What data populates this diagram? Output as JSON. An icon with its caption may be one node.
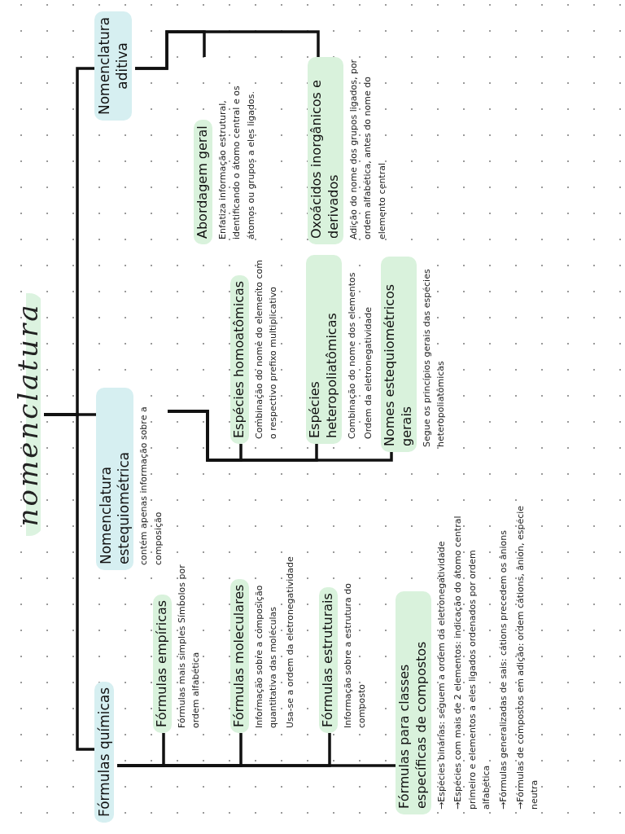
{
  "diagram": {
    "nodes": [
      {
        "text": [
          "nomenclatura"
        ]
      },
      {
        "text": [
          "Fórmulas químicas"
        ]
      },
      {
        "text": [
          "Nomenclatura estequiométrica",
          "contém apenas informação sobre a composição"
        ]
      },
      {
        "text": [
          "Nomenclatura aditiva"
        ]
      },
      {
        "text": [
          "Fórmulas empíricas",
          "Fórmulas mais simples Símbolos por ordem alfabética"
        ]
      },
      {
        "text": [
          "Fórmulas moleculares",
          "Informação sobre a composição quantitativa das moléculas",
          "Usa-se a ordem da eletronegatividade"
        ]
      },
      {
        "text": [
          "Fórmulas estruturais",
          "Informação sobre a estrutura do composto"
        ]
      },
      {
        "text": [
          "Fórmulas para classes específicas de compostos",
          "→Espécies binárias: seguem a ordem da eletronegatividade",
          "→Espécies com mais de 2 elementos: indicação do átomo central primeiro e elementos a eles ligados ordenados por ordem alfabética",
          "→Fórmulas generalizadas de sais: cátions precedem os ânions",
          "→Fórmulas de compostos em adição: ordem cátions, ânion, espécie neutra"
        ]
      },
      {
        "text": [
          "Espécies homoatômicas",
          "Combinação do nome do elemento com o respectivo prefixo multiplicativo"
        ]
      },
      {
        "text": [
          "Espécies heteropoliatômicas",
          "Combinação do nome dos elementos",
          "Ordem da eletronegatividade"
        ]
      },
      {
        "text": [
          "Nomes estequiométricos gerais",
          "Segue os princípios gerais das espécies heteropoliatômicas"
        ]
      },
      {
        "text": [
          "Abordagem geral",
          "Enfatiza informação estrutural, identificando o átomo central e os átomos ou grupos a eles ligados."
        ]
      },
      {
        "text": [
          "Oxoácidos inorgânicos e derivados",
          "Adição do nome dos grupos ligados, por ordem alfabética, antes do nome do elemento central"
        ]
      }
    ],
    "edges": [
      {
        "from": 0,
        "to": 1,
        "arrow": "none"
      },
      {
        "from": 0,
        "to": 2,
        "arrow": "none"
      },
      {
        "from": 0,
        "to": 3,
        "arrow": "none"
      },
      {
        "from": 1,
        "to": 4,
        "arrow": "none"
      },
      {
        "from": 1,
        "to": 5,
        "arrow": "none"
      },
      {
        "from": 1,
        "to": 6,
        "arrow": "none"
      },
      {
        "from": 1,
        "to": 7,
        "arrow": "none"
      },
      {
        "from": 2,
        "to": 8,
        "arrow": "none"
      },
      {
        "from": 2,
        "to": 9,
        "arrow": "none"
      },
      {
        "from": 2,
        "to": 10,
        "arrow": "none"
      },
      {
        "from": 3,
        "to": 11,
        "arrow": "none"
      },
      {
        "from": 3,
        "to": 12,
        "arrow": "none"
      }
    ]
  }
}
